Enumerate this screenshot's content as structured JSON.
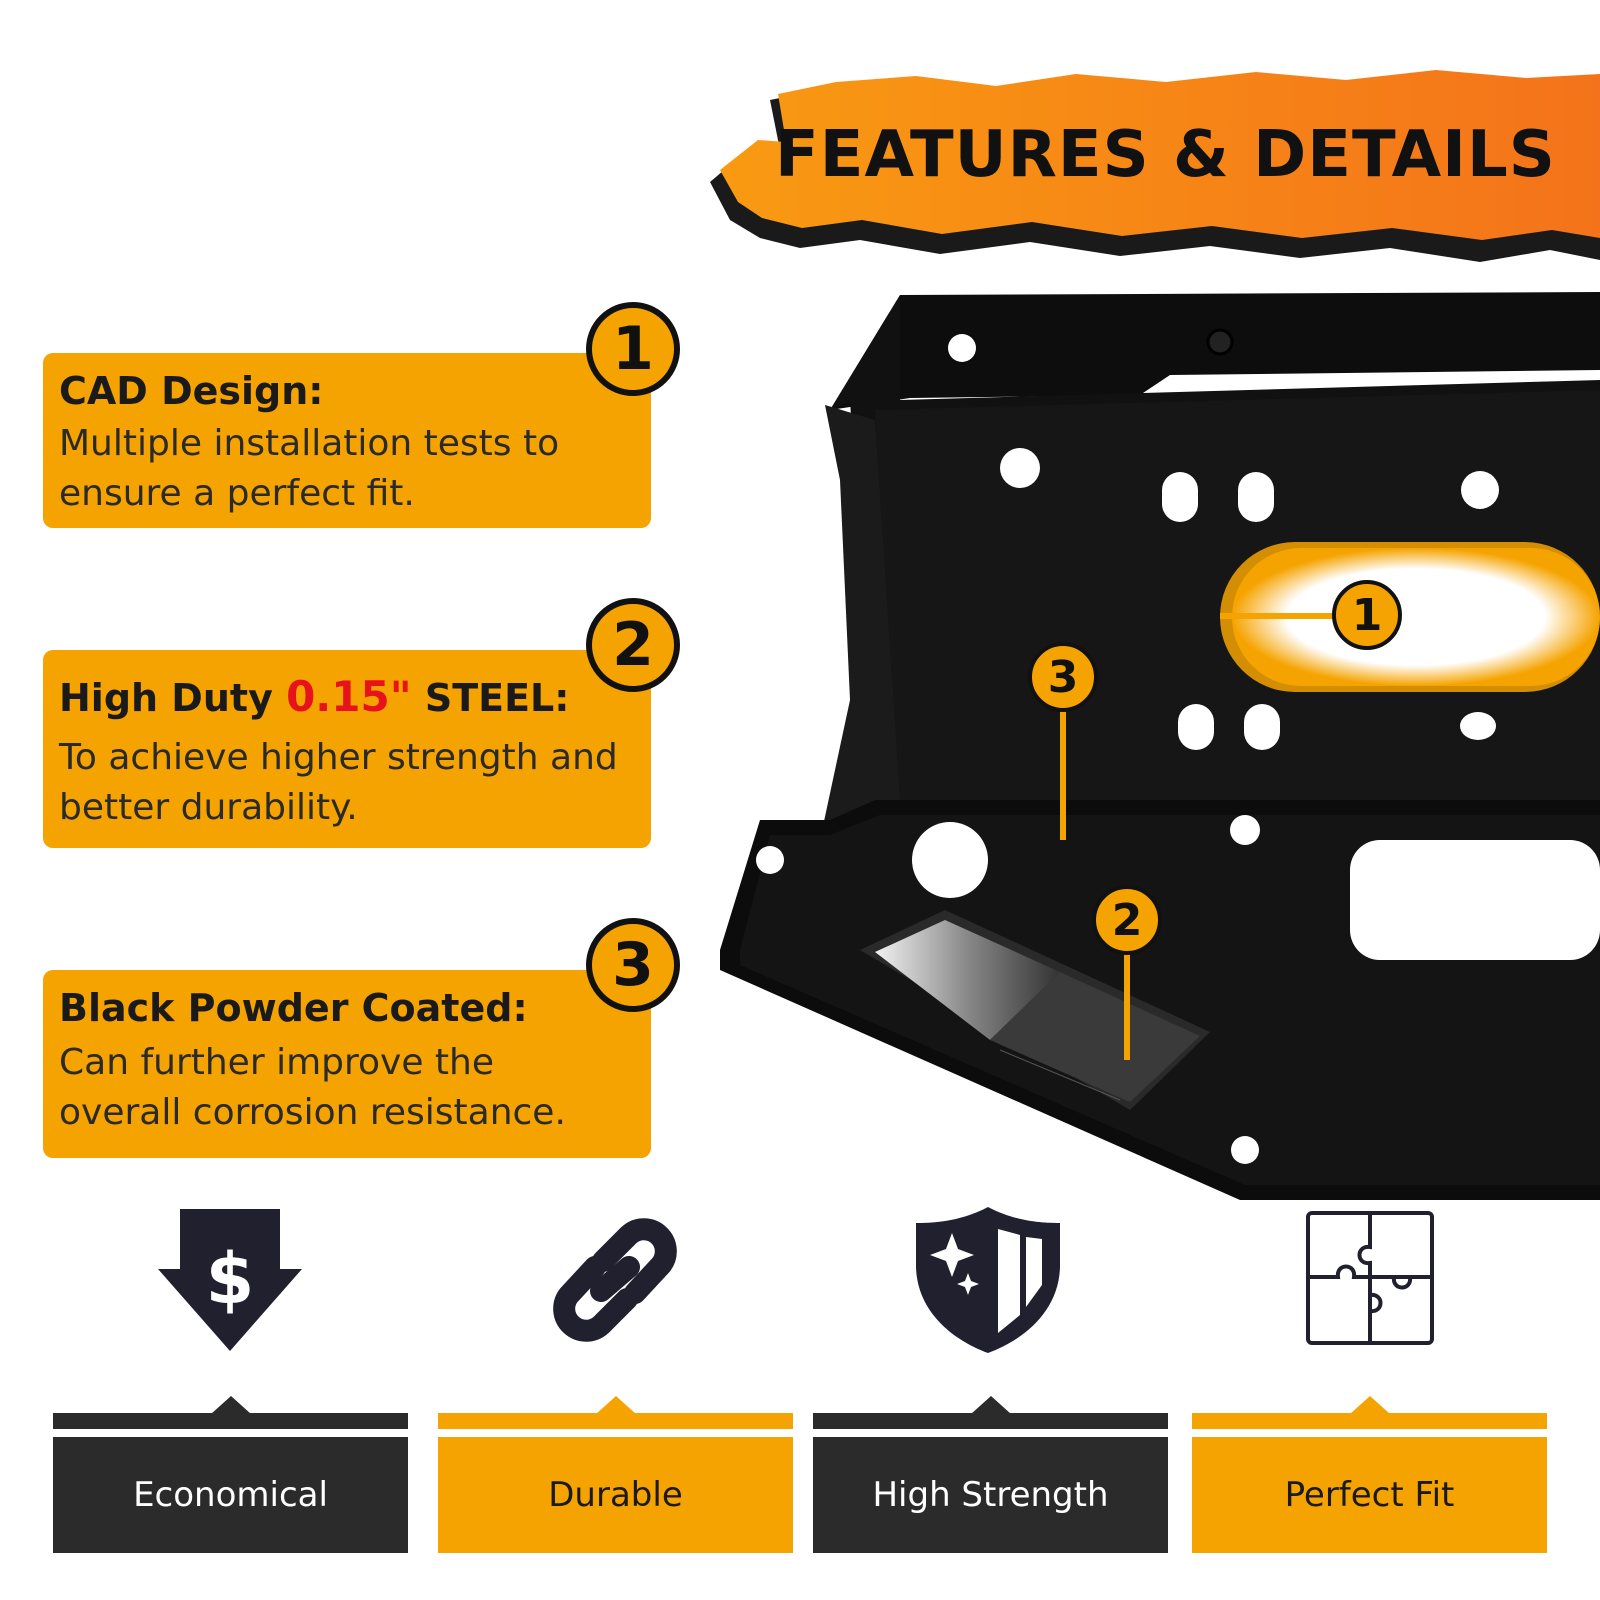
{
  "banner": {
    "title": "FEATURES & DETAILS"
  },
  "features": [
    {
      "number": "1",
      "title": "CAD Design:",
      "desc_line1": "Multiple installation tests to",
      "desc_line2": "ensure a perfect fit."
    },
    {
      "number": "2",
      "title_pre": "High Duty",
      "title_highlight": "0.15\"",
      "title_post": "STEEL:",
      "desc_line1": "To achieve higher strength and",
      "desc_line2": "better durability."
    },
    {
      "number": "3",
      "title": "Black Powder Coated:",
      "desc_line1": "Can further improve the",
      "desc_line2": "overall corrosion resistance."
    }
  ],
  "callouts": [
    "1",
    "2",
    "3"
  ],
  "benefits": [
    {
      "label": "Economical",
      "icon": "dollar-down-arrow-icon",
      "style": "dark"
    },
    {
      "label": "Durable",
      "icon": "chain-link-icon",
      "style": "gold"
    },
    {
      "label": "High Strength",
      "icon": "shield-icon",
      "style": "dark"
    },
    {
      "label": "Perfect Fit",
      "icon": "puzzle-icon",
      "style": "gold"
    }
  ],
  "colors": {
    "accent": "#f5a300",
    "banner_orange": "#f77f0a",
    "dark": "#2b2b2b",
    "highlight_red": "#e8121a"
  }
}
